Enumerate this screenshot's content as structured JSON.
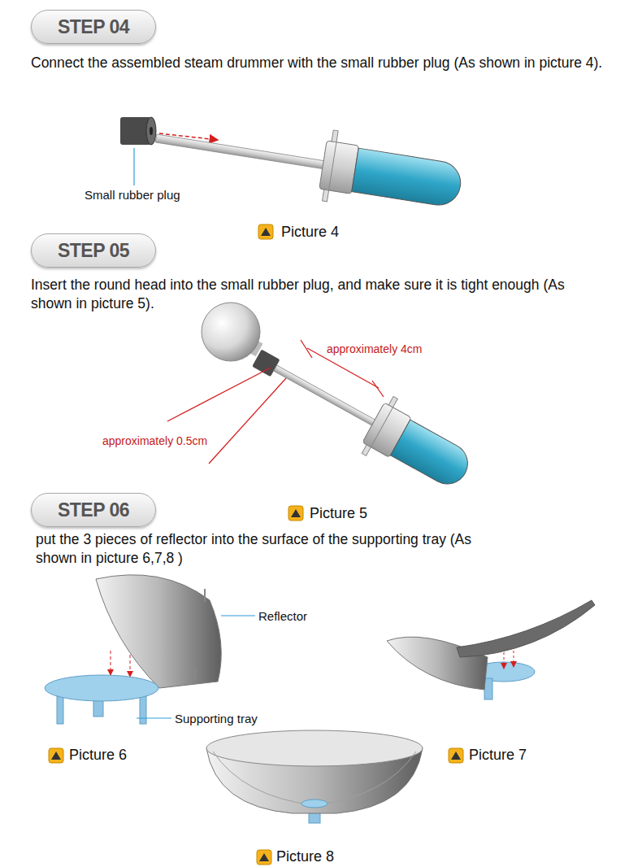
{
  "diagram": {
    "nodes": [
      {
        "text": [
          "STEP 04"
        ]
      },
      {
        "text": [
          "STEP 05"
        ]
      },
      {
        "text": [
          "STEP 06"
        ]
      }
    ],
    "labels": [
      "Connect the assembled steam drummer with the small rubber plug (As shown in picture 4).",
      "Small rubber plug",
      "Picture 4",
      "Insert the round head into the small rubber plug, and make sure it is tight enough (As shown in picture 5).",
      "approximately 4cm",
      "approximately 0.5cm",
      "Picture 5",
      "put the 3 pieces of reflector into the surface of the supporting tray (As shown in picture 6,7,8 )",
      "Reflector",
      "Supporting tray",
      "Picture 6",
      "Picture 7",
      "Picture 8"
    ]
  }
}
